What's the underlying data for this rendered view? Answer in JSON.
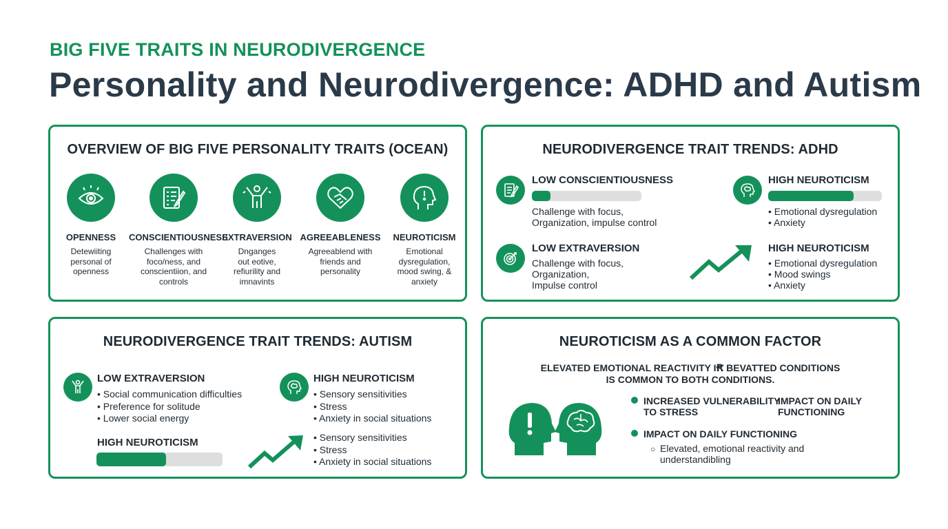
{
  "header": {
    "kicker": "BIG FIVE TRAITS IN NEURODIVERGENCE",
    "title": "Personality and Neurodivergence: ADHD and Autism"
  },
  "overview": {
    "title": "OVERVIEW OF BIG FIVE PERSONALITY TRAITS (OCEAN)",
    "traits": [
      {
        "name": "OPENNESS",
        "icon": "eye-icon",
        "desc": [
          "Detewiiting",
          "personal  of",
          "openness"
        ]
      },
      {
        "name": "CONSCIENTIOUSNESS",
        "icon": "checklist-icon",
        "desc": [
          "Challenges with",
          "foco/ness, and",
          "conscientiion, and",
          "controls"
        ]
      },
      {
        "name": "EXTRAVERSION",
        "icon": "person-cheer-icon",
        "desc": [
          "Dnganges",
          "out eotive,",
          "refiurility and",
          "imnavints"
        ]
      },
      {
        "name": "AGREEABLENESS",
        "icon": "heart-handshake-icon",
        "desc": [
          "Agreeablend with",
          "friends and",
          "personality"
        ]
      },
      {
        "name": "NEUROTICISM",
        "icon": "head-alert-icon",
        "desc": [
          "Emotional",
          "dysregulation,",
          "mood swing, &",
          "anxiety"
        ]
      }
    ]
  },
  "adhd": {
    "title": "NEURODIVERGENCE TRAIT TRENDS: ADHD",
    "low_conscientiousness": {
      "label": "LOW CONSCIENTIOUSNESS",
      "level": 0.17,
      "text": [
        "Challenge with focus,",
        "Organization, impulse control"
      ]
    },
    "high_neuroticism_1": {
      "label": "HIGH NEUROTICISM",
      "level": 0.75,
      "items": [
        "• Emotional dysregulation",
        "• Anxiety"
      ]
    },
    "low_extraversion": {
      "label": "LOW EXTRAVERSION",
      "text": [
        "Challenge with focus,",
        "Organization,",
        "Impulse control"
      ]
    },
    "high_neuroticism_2": {
      "label": "HIGH NEUROTICISM",
      "items": [
        "• Emotional dysregulation",
        "• Mood swings",
        "• Anxiety"
      ]
    }
  },
  "autism": {
    "title": "NEURODIVERGENCE TRAIT TRENDS: AUTISM",
    "low_extraversion": {
      "label": "LOW EXTRAVERSION",
      "items": [
        "• Social communication difficulties",
        "• Preference for solitude",
        "• Lower social energy"
      ]
    },
    "high_neuroticism_bar": {
      "label": "HIGH NEUROTICISM",
      "level": 0.55
    },
    "high_neuroticism": {
      "label": "HIGH NEUROTICISM",
      "items": [
        "• Sensory sensitivities",
        "• Stress",
        "• Anxiety in social situations"
      ],
      "items2": [
        "• Sensory sensitivities",
        "• Stress",
        "• Anxiety in social situations"
      ]
    }
  },
  "common": {
    "title": "NEUROTICISM AS A COMMON FACTOR",
    "statement": [
      "ELEVATED EMOTIONAL REACTIVITY IꞦ BEVATTED CONDITIONS",
      "IS COMMON TO BOTH CONDITIONS."
    ],
    "point1": [
      "INCREASED VULNERABILITY",
      "TO STRESS"
    ],
    "point1_right": [
      "IMPACT ON DAILY",
      "FUNCTIONING"
    ],
    "point2": "IMPACT ON DAILY FUNCTIONING",
    "sub": [
      "Elevated, emotional reactivity and",
      "understandibling"
    ],
    "sub_marker": "○"
  },
  "colors": {
    "accent": "#14915a",
    "title": "#2b3a49",
    "bar_track": "#dedede"
  }
}
